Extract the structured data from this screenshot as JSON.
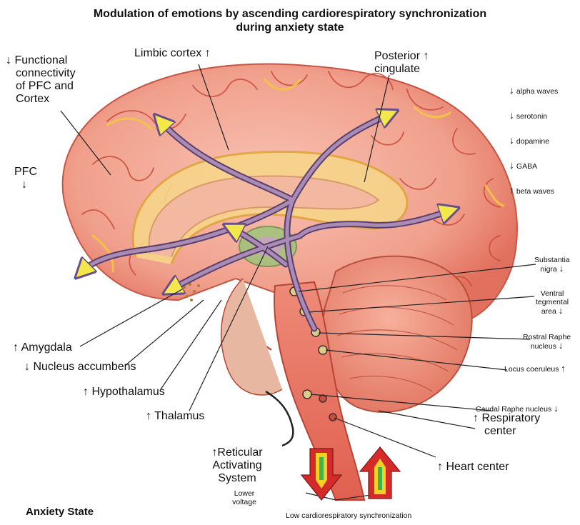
{
  "title_line1": "Modulation of emotions by ascending cardiorespiratory synchronization",
  "title_line2": "during anxiety state",
  "up": "↑",
  "down": "↓",
  "labels": {
    "functional_connectivity": [
      "Functional",
      "connectivity",
      "of PFC and",
      "Cortex"
    ],
    "limbic_cortex": "Limbic cortex",
    "posterior_cingulate": [
      "Posterior",
      "cingulate"
    ],
    "pfc": "PFC",
    "amygdala": "Amygdala",
    "nucleus_accumbens": "Nucleus accumbens",
    "hypothalamus": "Hypothalamus",
    "thalamus": "Thalamus",
    "reticular": [
      "Reticular",
      "Activating",
      "System"
    ],
    "lower_voltage": [
      "Lower",
      "voltage"
    ],
    "heart_center": "Heart center",
    "respiratory_center": [
      "Respiratory",
      "center"
    ],
    "substantia_nigra": [
      "Substantia",
      "nigra"
    ],
    "ventral_tegmental": [
      "Ventral",
      "tegmental",
      "area"
    ],
    "rostral_raphe": [
      "Rostral Raphe",
      "nucleus"
    ],
    "locus_coeruleus": "Locus coeruleus",
    "caudal_raphe": "Caudal Raphe nucleus",
    "low_sync": "Low cardiorespiratory synchronization",
    "anxiety_state": "Anxiety State"
  },
  "neuro_list": [
    {
      "dir": "↓",
      "text": "alpha waves"
    },
    {
      "dir": "↓",
      "text": "serotonin"
    },
    {
      "dir": "↓",
      "text": "dopamine"
    },
    {
      "dir": "↓",
      "text": "GABA"
    },
    {
      "dir": "↑",
      "text": "beta waves"
    }
  ],
  "colors": {
    "brain_base": "#f1a18f",
    "brain_gyri": "#f6b8a6",
    "sulcus": "#c94a3a",
    "limbic_yellow": "#f4c542",
    "arrow_fill": "#9a7f9c",
    "arrow_tip": "#f2e84a",
    "brainstem": "#e86a5a",
    "cerebellum": "#f08a76",
    "arrow_red": "#d42a2a",
    "arrow_yellow": "#f2d026",
    "arrow_green": "#3fb24a"
  }
}
